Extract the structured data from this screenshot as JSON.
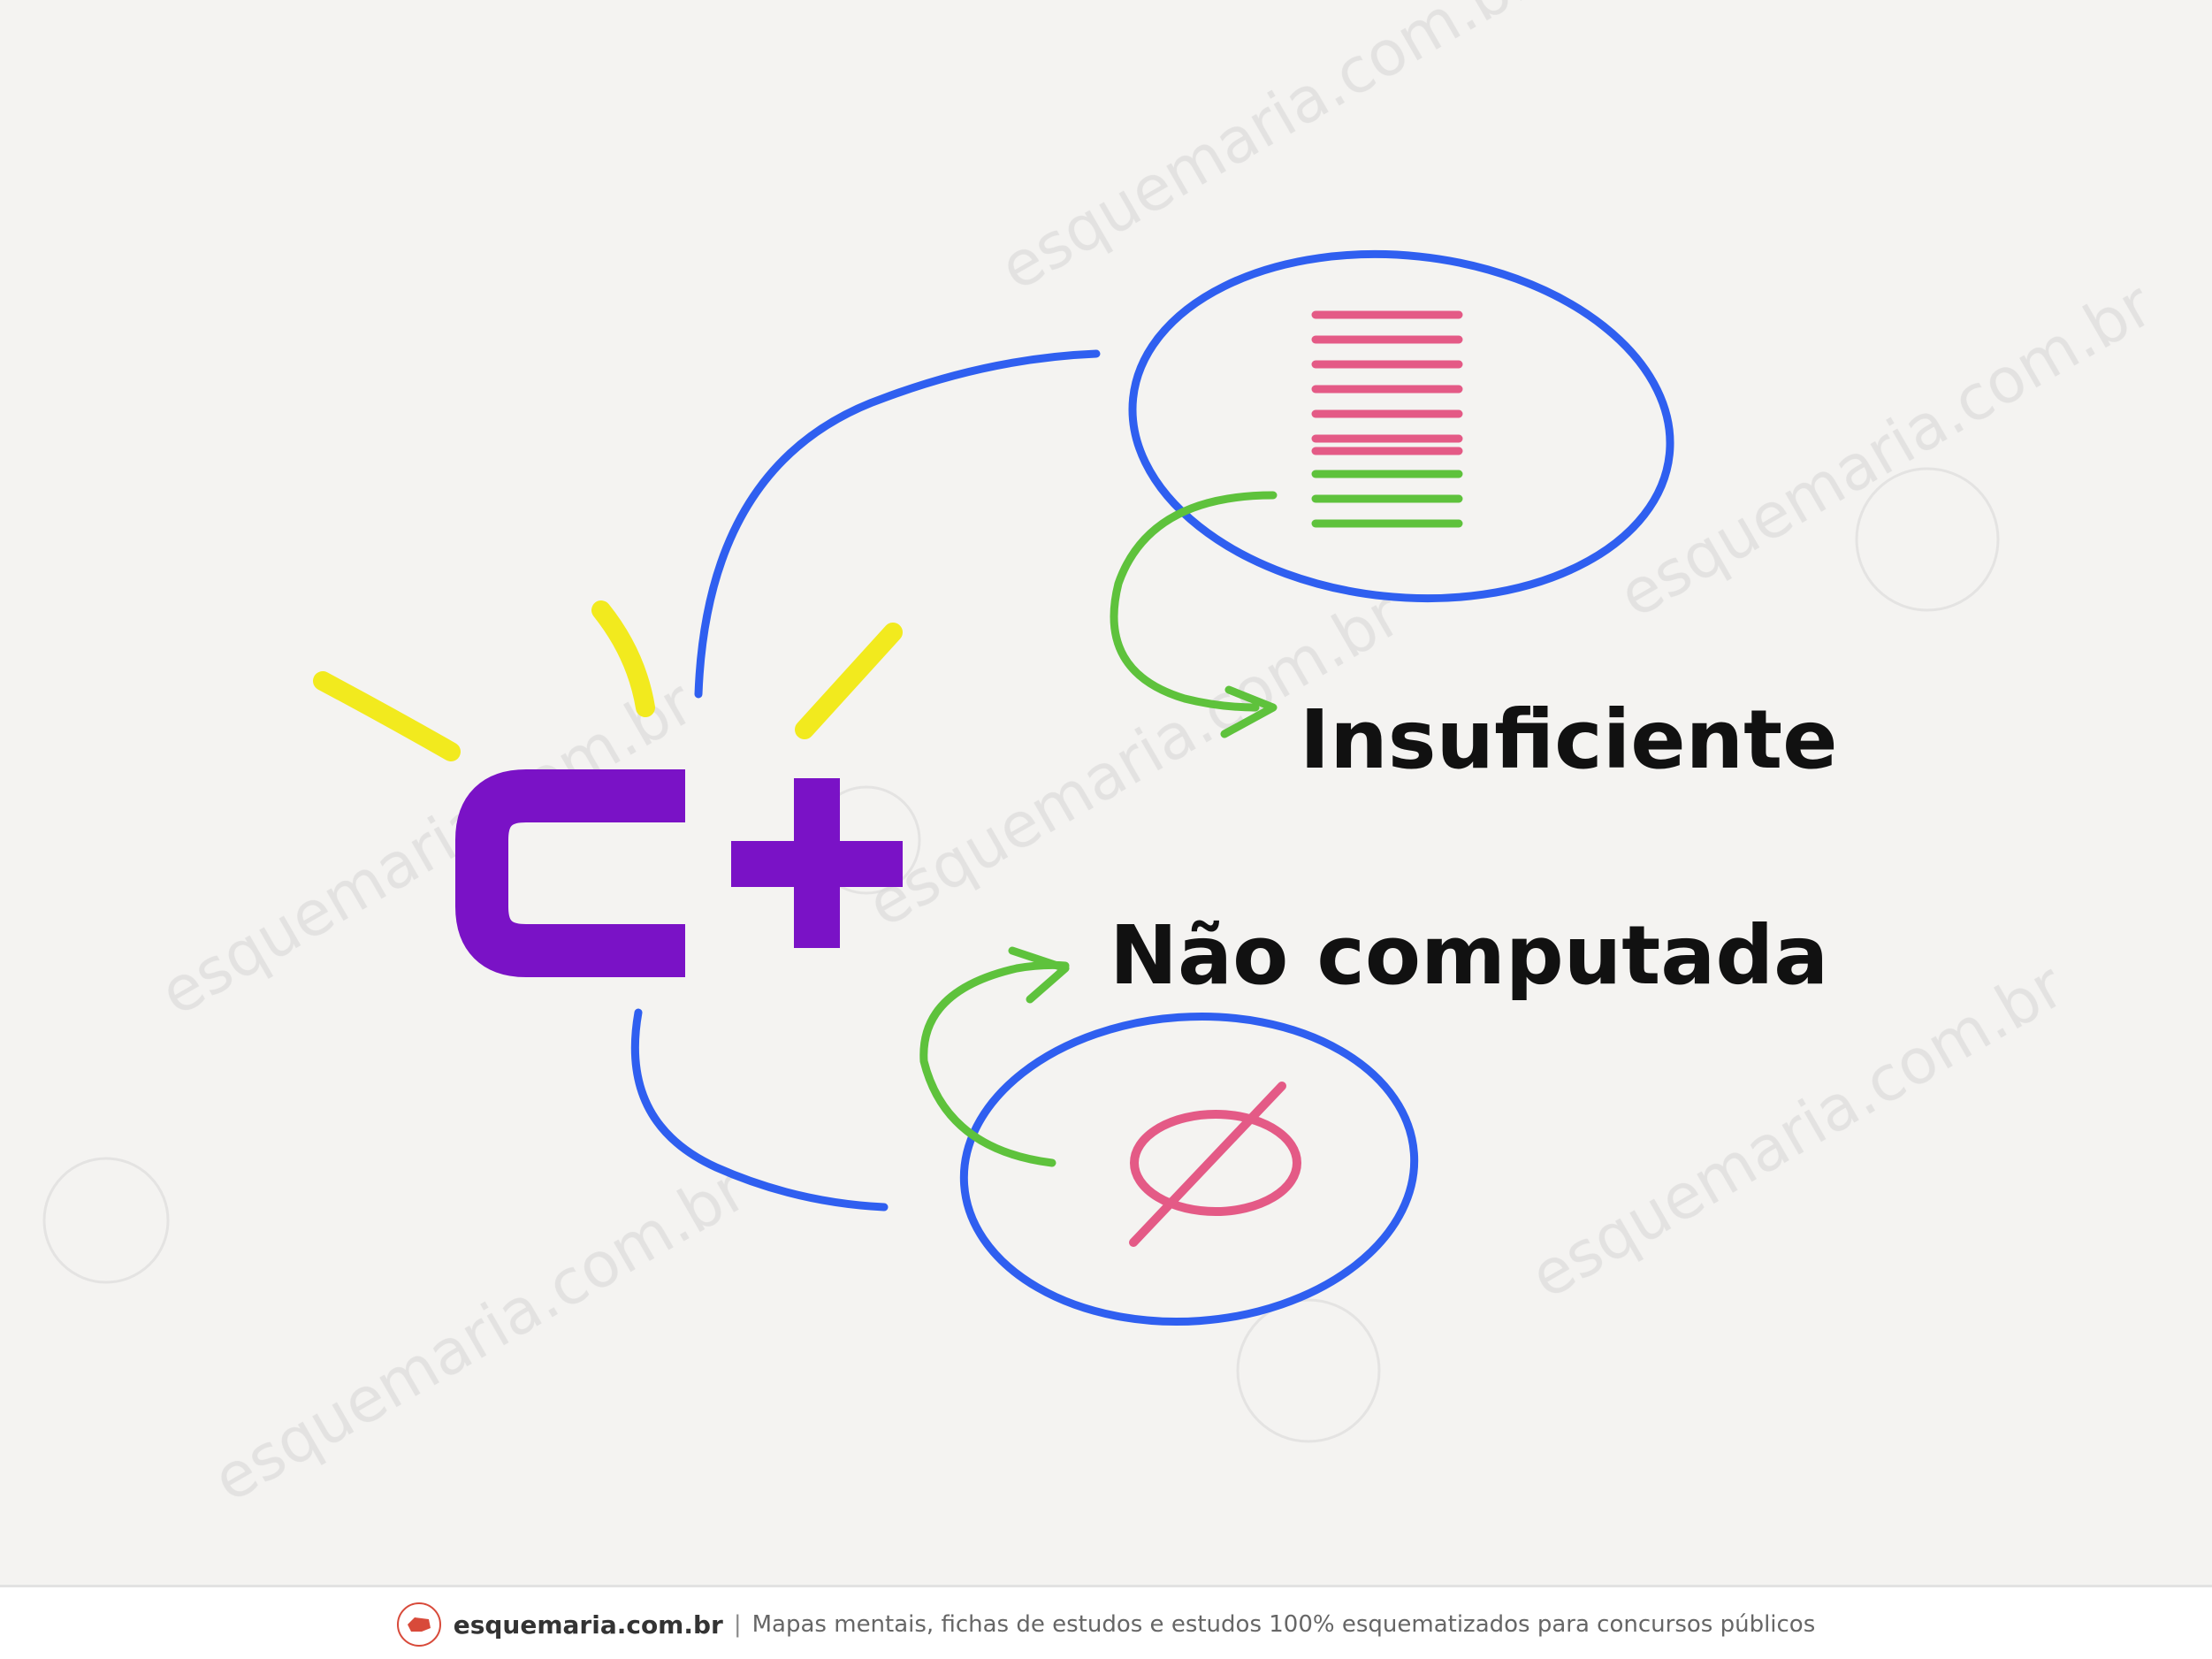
{
  "diagram": {
    "grade_label": "C+",
    "insufficient_label": "Insuficiente",
    "not_computed_label": "Não computada",
    "empty_set_symbol": "∅",
    "watermark_text": "esquemaria.com.br"
  },
  "colors": {
    "grade": "#7a12c6",
    "outline_blue": "#2f5ff0",
    "green": "#5ec23c",
    "pink": "#e45a86",
    "yellow": "#f2ea1e",
    "text": "#111111"
  },
  "footer": {
    "site": "esquemaria.com.br",
    "separator": "|",
    "tagline": "Mapas mentais, fichas de estudos e estudos 100% esquematizados para concursos públicos"
  }
}
